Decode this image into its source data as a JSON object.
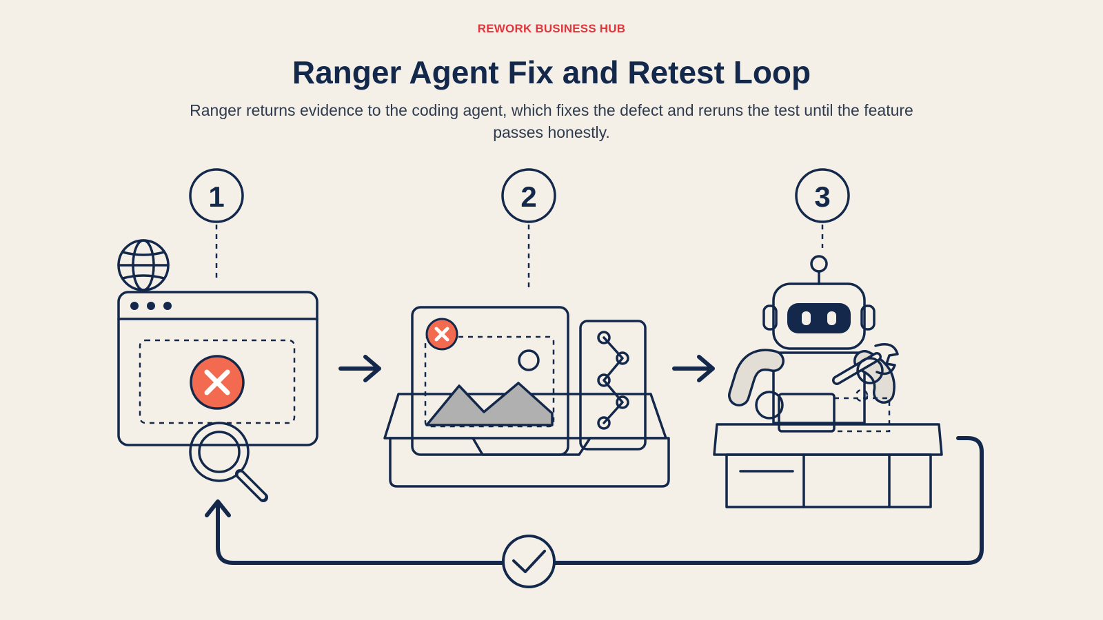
{
  "header": {
    "brand": "REWORK BUSINESS HUB",
    "title": "Ranger Agent Fix and Retest Loop",
    "subtitle": "Ranger returns evidence to the coding agent, which fixes the defect and reruns the test until the feature passes honestly."
  },
  "steps": [
    {
      "number": "1",
      "icon": "browser-error-inspect-icon"
    },
    {
      "number": "2",
      "icon": "evidence-tray-icon"
    },
    {
      "number": "3",
      "icon": "robot-fixing-icon"
    }
  ],
  "colors": {
    "background": "#f4f0e8",
    "ink": "#13284a",
    "brand": "#e0363c",
    "error": "#f26a4f",
    "gray": "#b0b0b0"
  }
}
